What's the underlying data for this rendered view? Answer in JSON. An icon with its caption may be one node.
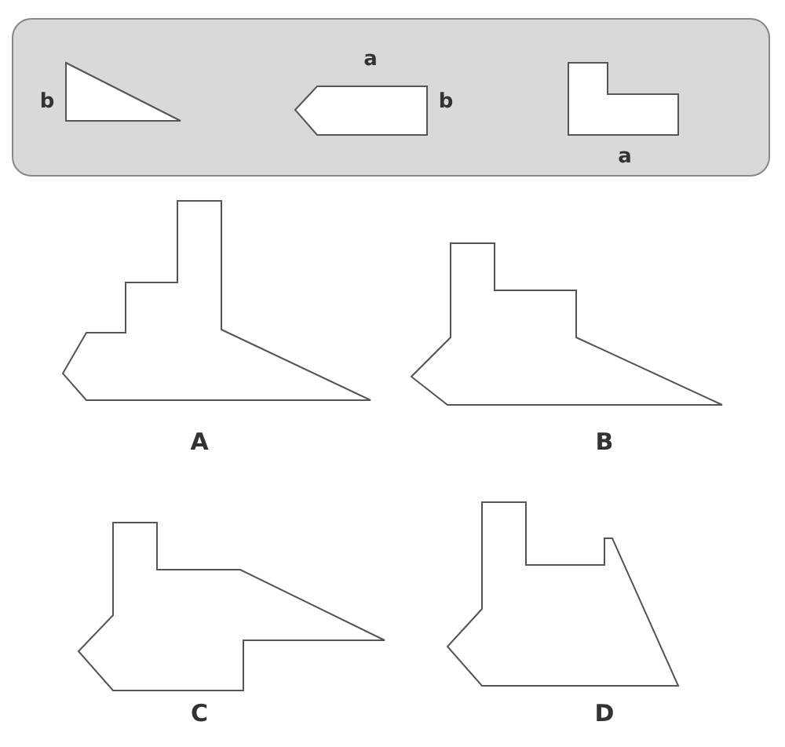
{
  "diagram": {
    "labels": [
      "b",
      "a",
      "b",
      "a",
      "A",
      "B",
      "C",
      "D"
    ]
  }
}
